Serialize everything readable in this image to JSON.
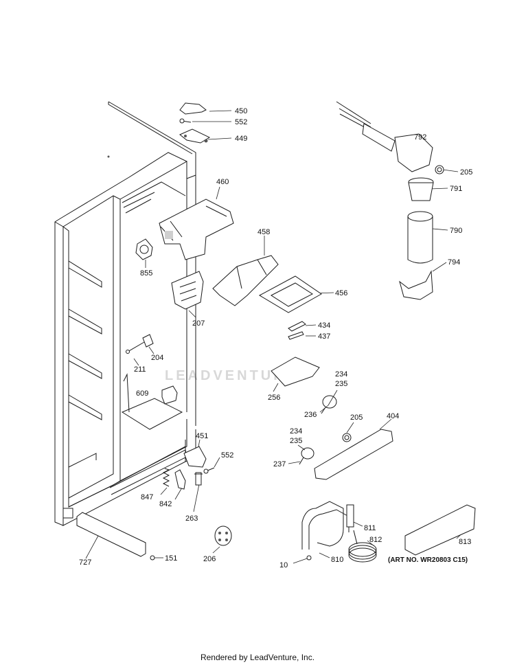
{
  "parts": [
    {
      "id": "450"
    },
    {
      "id": "552"
    },
    {
      "id": "449"
    },
    {
      "id": "460"
    },
    {
      "id": "855"
    },
    {
      "id": "458"
    },
    {
      "id": "456"
    },
    {
      "id": "207"
    },
    {
      "id": "434"
    },
    {
      "id": "437"
    },
    {
      "id": "204"
    },
    {
      "id": "211"
    },
    {
      "id": "609"
    },
    {
      "id": "256"
    },
    {
      "id": "234"
    },
    {
      "id": "235"
    },
    {
      "id": "236"
    },
    {
      "id": "205"
    },
    {
      "id": "404"
    },
    {
      "id": "234"
    },
    {
      "id": "235"
    },
    {
      "id": "237"
    },
    {
      "id": "451"
    },
    {
      "id": "552"
    },
    {
      "id": "847"
    },
    {
      "id": "842"
    },
    {
      "id": "263"
    },
    {
      "id": "727"
    },
    {
      "id": "151"
    },
    {
      "id": "206"
    },
    {
      "id": "792"
    },
    {
      "id": "205"
    },
    {
      "id": "791"
    },
    {
      "id": "790"
    },
    {
      "id": "794"
    },
    {
      "id": "811"
    },
    {
      "id": "812"
    },
    {
      "id": "813"
    },
    {
      "id": "10"
    },
    {
      "id": "810"
    }
  ],
  "art_number": "(ART NO. WR20803 C15)",
  "watermark": "LEADVENTURE",
  "footer": "Rendered by LeadVenture, Inc."
}
